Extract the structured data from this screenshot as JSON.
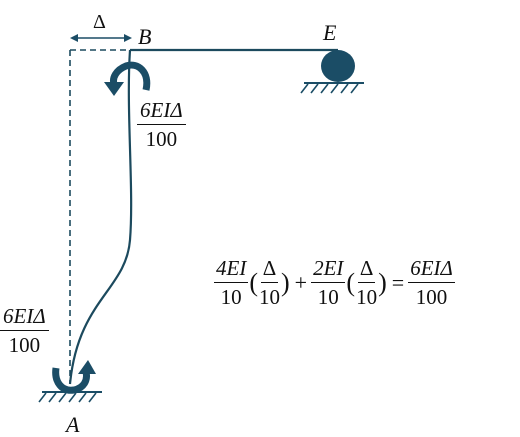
{
  "labels": {
    "delta": "Δ",
    "node_b": "B",
    "node_e": "E",
    "node_a": "A"
  },
  "moment_b": {
    "num": "6EIΔ",
    "den": "100"
  },
  "moment_a": {
    "num": "6EIΔ",
    "den": "100"
  },
  "equation": {
    "term1": {
      "num": "4EI",
      "den": "10"
    },
    "term1_ratio": {
      "num": "Δ",
      "den": "10"
    },
    "plus": "+",
    "term2": {
      "num": "2EI",
      "den": "10"
    },
    "term2_ratio": {
      "num": "Δ",
      "den": "10"
    },
    "equals": "=",
    "result": {
      "num": "6EIΔ",
      "den": "100"
    }
  },
  "colors": {
    "member": "#1c4a5e",
    "arrow": "#1b4d66",
    "support": "#1b4d66",
    "text": "#111111"
  }
}
